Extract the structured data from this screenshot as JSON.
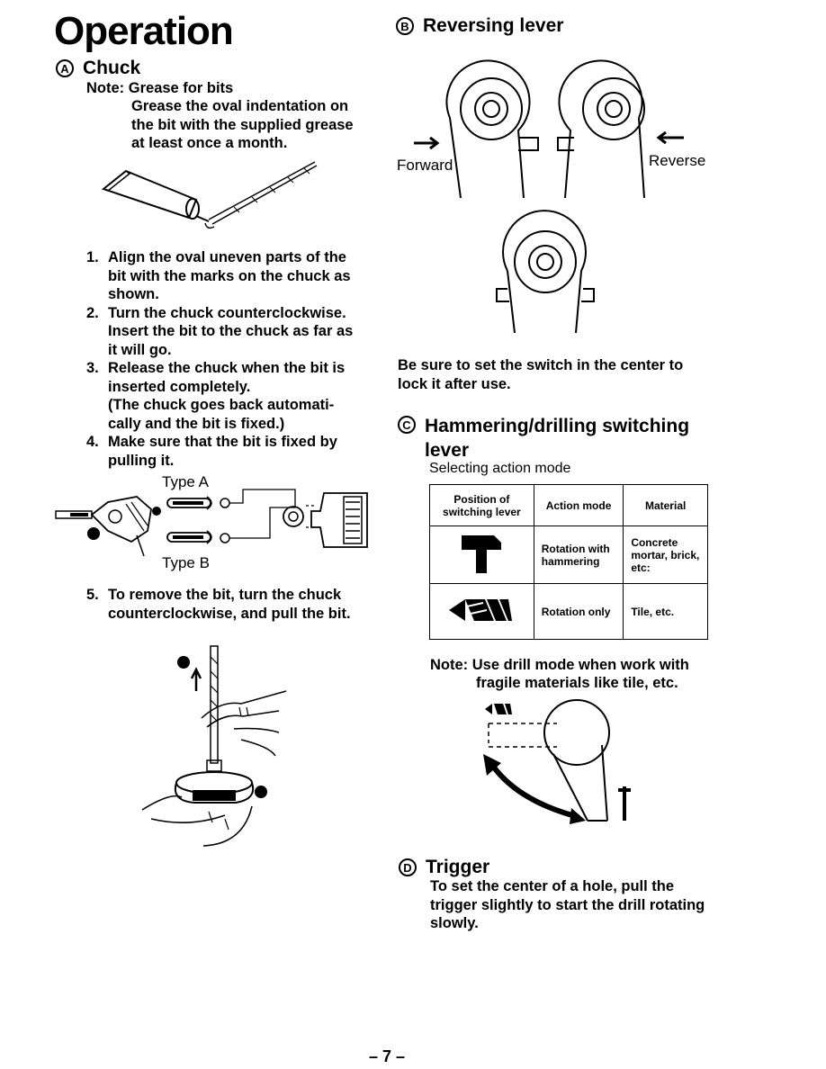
{
  "page": {
    "title": "Operation",
    "page_number": "– 7 –"
  },
  "chuck": {
    "marker": "A",
    "heading": "Chuck",
    "note_label": "Note:",
    "note_title": "Grease for bits",
    "note_body": [
      "Grease the oval indentation on",
      "the bit with the supplied grease",
      "at least once a month."
    ],
    "steps": [
      {
        "num": "1.",
        "lines": [
          "Align the oval uneven parts of the",
          "bit with the marks on the chuck as",
          "shown."
        ]
      },
      {
        "num": "2.",
        "lines": [
          "Turn the chuck counterclockwise.",
          "Insert the bit to the chuck as far as",
          "it will go."
        ]
      },
      {
        "num": "3.",
        "lines": [
          "Release the chuck when the bit is",
          "inserted completely.",
          "(The chuck goes back automati-",
          "cally and the bit is fixed.)"
        ]
      },
      {
        "num": "4.",
        "lines": [
          "Make sure that the bit is fixed by",
          "pulling it."
        ]
      }
    ],
    "type_a": "Type A",
    "type_b": "Type B",
    "step5": {
      "num": "5.",
      "lines": [
        "To remove the bit, turn the chuck",
        "counterclockwise, and pull the bit."
      ]
    }
  },
  "reversing": {
    "marker": "B",
    "heading": "Reversing lever",
    "forward_label": "Forward",
    "reverse_label": "Reverse",
    "lock_text": [
      "Be sure to set the switch in the center to",
      "lock it after use."
    ]
  },
  "hammering": {
    "marker": "C",
    "heading_lines": [
      "Hammering/drilling switching",
      "lever"
    ],
    "subheading": "Selecting action mode",
    "table": {
      "headers": [
        "Position of switching lever",
        "Action mode",
        "Material"
      ],
      "rows": [
        {
          "icon": "hammer-icon",
          "mode": "Rotation with hammering",
          "material": "Concrete mortar, brick, etc:"
        },
        {
          "icon": "drill-icon",
          "mode": "Rotation only",
          "material": "Tile, etc."
        }
      ]
    },
    "note_label": "Note:",
    "note_lines": [
      "Use drill mode when work with",
      "fragile materials like tile, etc."
    ]
  },
  "trigger": {
    "marker": "D",
    "heading": "Trigger",
    "lines": [
      "To set the center of a hole, pull the",
      "trigger slightly to start the drill rotating",
      "slowly."
    ]
  }
}
